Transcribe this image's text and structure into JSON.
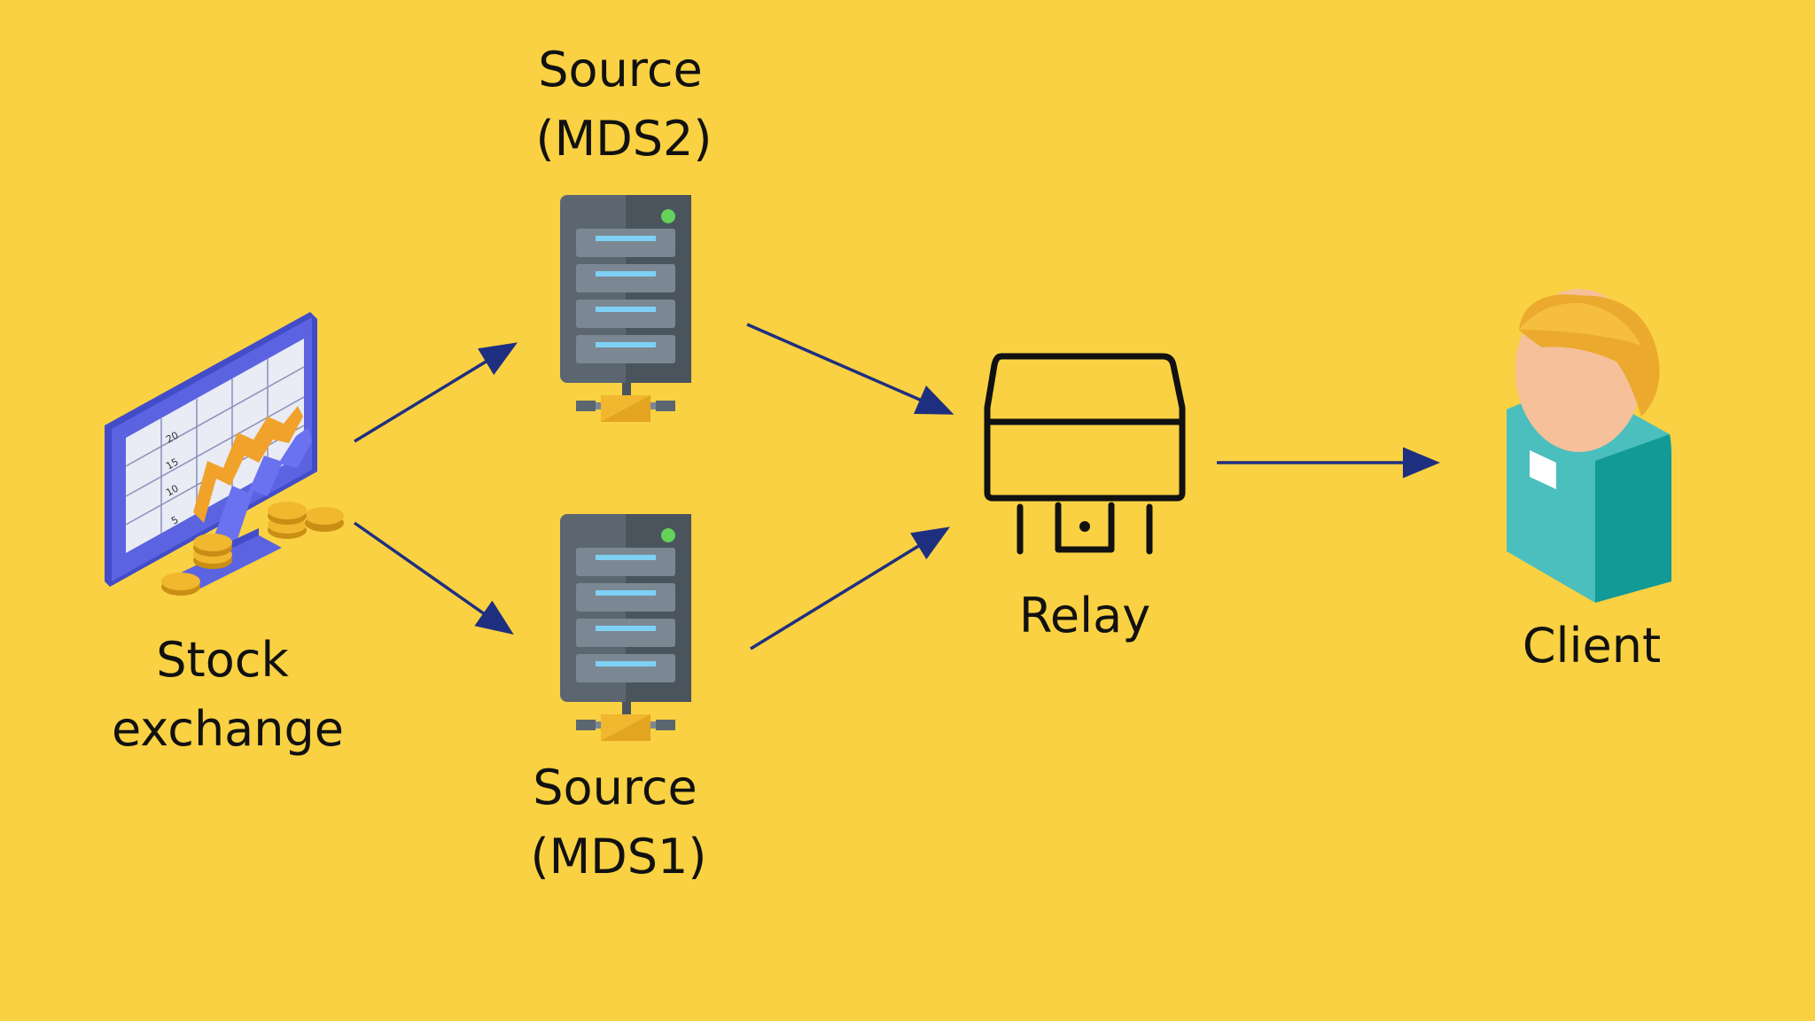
{
  "nodes": {
    "stock_exchange": {
      "line1": "Stock",
      "line2": "exchange",
      "icon": "stock-chart-monitor-icon",
      "chart_ticks": [
        "20",
        "15",
        "10",
        "5"
      ]
    },
    "source_mds2": {
      "line1": "Source",
      "line2": "(MDS2)",
      "icon": "server-icon"
    },
    "source_mds1": {
      "line1": "Source",
      "line2": "(MDS1)",
      "icon": "server-icon"
    },
    "relay": {
      "label": "Relay",
      "icon": "relay-icon"
    },
    "client": {
      "label": "Client",
      "icon": "user-icon"
    }
  },
  "edges": [
    {
      "from": "stock_exchange",
      "to": "source_mds2"
    },
    {
      "from": "stock_exchange",
      "to": "source_mds1"
    },
    {
      "from": "source_mds2",
      "to": "relay"
    },
    {
      "from": "source_mds1",
      "to": "relay"
    },
    {
      "from": "relay",
      "to": "client"
    }
  ],
  "colors": {
    "background": "#F9D142",
    "arrow": "#1F2F80",
    "text": "#111111",
    "monitor": "#5B63E0",
    "server": "#5B6670",
    "server_light": "#7FD0F5",
    "coin": "#F0B72F",
    "client_body": "#4BBFBD",
    "client_hair": "#F2B233",
    "client_skin": "#F6C09B"
  }
}
